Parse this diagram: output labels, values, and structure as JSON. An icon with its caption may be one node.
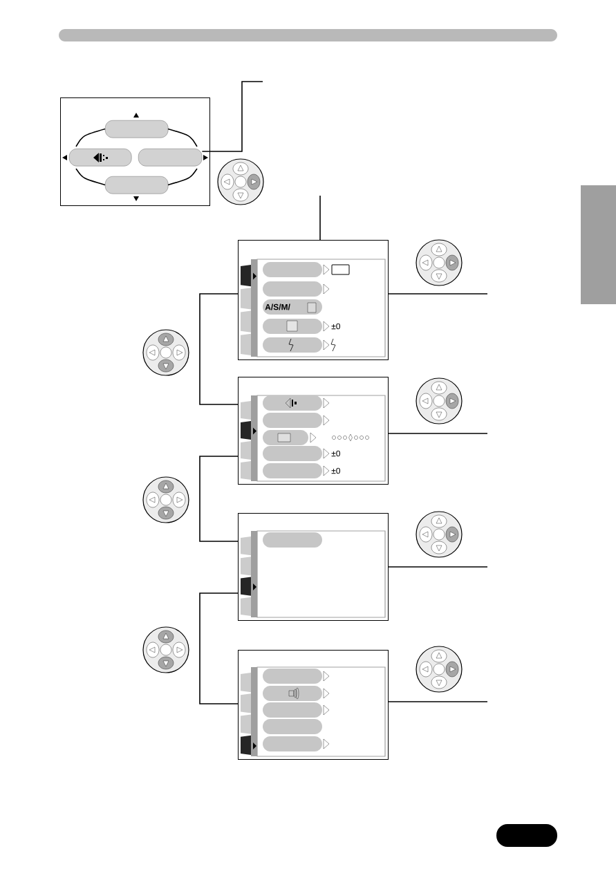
{
  "diagram": {
    "nodes": [
      {
        "text": [],
        "shape": "box"
      },
      {
        "text": [],
        "shape": "box",
        "in": 0
      },
      {
        "text": [],
        "shape": "box",
        "in": 0
      },
      {
        "text": [],
        "shape": "box",
        "in": 0
      },
      {
        "text": [],
        "shape": "box",
        "in": 0
      },
      {
        "text": [],
        "shape": "box"
      },
      {
        "text": [],
        "shape": "box"
      },
      {
        "text": [],
        "shape": "box"
      },
      {
        "text": [],
        "shape": "box"
      }
    ],
    "edges": [
      {
        "from": 3,
        "to": null,
        "arrow": "none"
      },
      {
        "from": null,
        "to": 5,
        "arrow": "none"
      },
      {
        "from": 5,
        "to": 6,
        "arrow": "none"
      },
      {
        "from": 6,
        "to": 7,
        "arrow": "none"
      },
      {
        "from": 7,
        "to": 8,
        "arrow": "none"
      },
      {
        "from": 5,
        "to": null,
        "arrow": "none"
      },
      {
        "from": 6,
        "to": null,
        "arrow": "none"
      },
      {
        "from": 7,
        "to": null,
        "arrow": "none"
      },
      {
        "from": 8,
        "to": null,
        "arrow": "none"
      },
      {
        "from": 1,
        "to": 3,
        "arrow": "none"
      },
      {
        "from": 3,
        "to": 4,
        "arrow": "none"
      },
      {
        "from": 4,
        "to": 2,
        "arrow": "none"
      },
      {
        "from": 2,
        "to": 1,
        "arrow": "none"
      }
    ],
    "labels": [
      "A/S/M/",
      "±0",
      "±0",
      "±0"
    ]
  }
}
